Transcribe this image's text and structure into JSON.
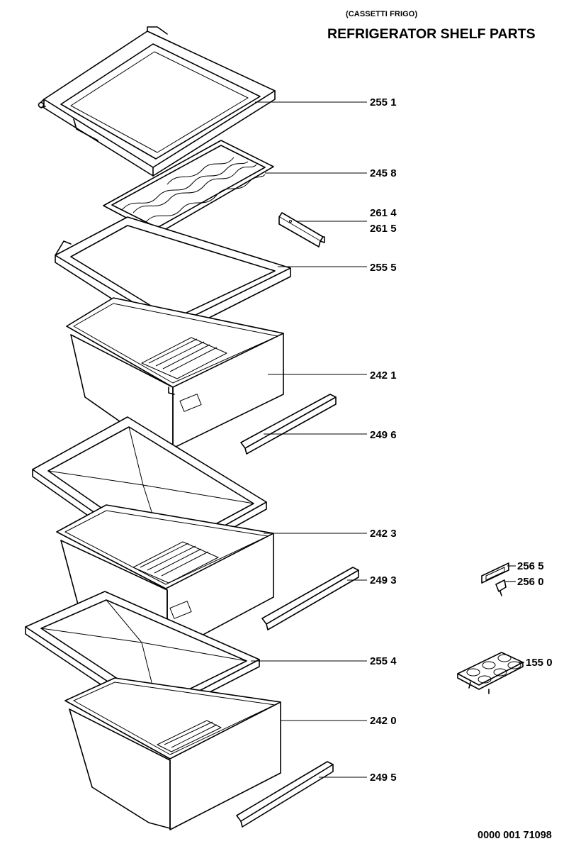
{
  "header": {
    "subtitle": "(CASSETTI FRIGO)",
    "title": "REFRIGERATOR SHELF PARTS"
  },
  "document_number": "0000 001 71098",
  "part_labels": [
    "255 1",
    "245 8",
    "261 4",
    "261 5",
    "255 5",
    "242 1",
    "249 6",
    "242 3",
    "249 3",
    "255 4",
    "242 0",
    "249 5",
    "256 5",
    "256 0",
    "155 0"
  ]
}
